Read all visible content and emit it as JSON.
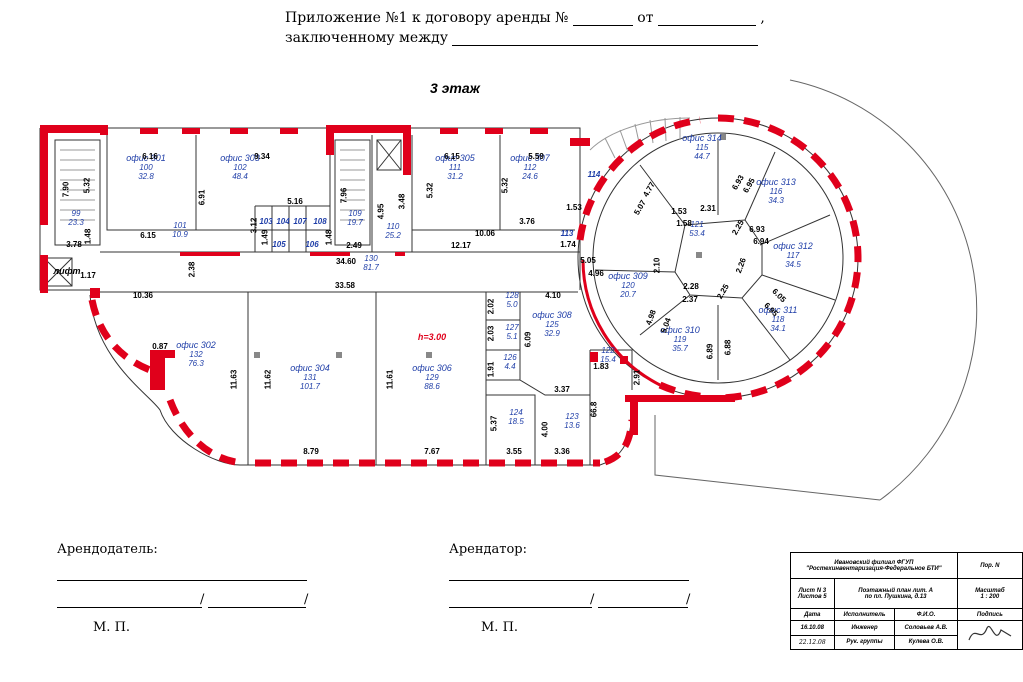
{
  "header": {
    "line1_prefix": "Приложение №1 к договору аренды №",
    "line1_mid": "от",
    "line1_suffix": ",",
    "line2_prefix": "заключенному между"
  },
  "floor_title": "3 этаж",
  "rooms": [
    {
      "id": "r301",
      "name": "офис 301",
      "num": "100",
      "area": "32.8"
    },
    {
      "id": "r303",
      "name": "офис 303",
      "num": "102",
      "area": "48.4"
    },
    {
      "id": "r305",
      "name": "офис 305",
      "num": "111",
      "area": "31.2"
    },
    {
      "id": "r307",
      "name": "офис 307",
      "num": "112",
      "area": "24.6"
    },
    {
      "id": "r314",
      "name": "офис 314",
      "num": "115",
      "area": "44.7"
    },
    {
      "id": "r313",
      "name": "офис 313",
      "num": "116",
      "area": "34.3"
    },
    {
      "id": "r312",
      "name": "офис 312",
      "num": "117",
      "area": "34.5"
    },
    {
      "id": "r311",
      "name": "офис 311",
      "num": "118",
      "area": "34.1"
    },
    {
      "id": "r310",
      "name": "офис 310",
      "num": "119",
      "area": "35.7"
    },
    {
      "id": "r309",
      "name": "офис 309",
      "num": "120",
      "area": "20.7"
    },
    {
      "id": "r121",
      "name": "",
      "num": "121",
      "area": "53.4"
    },
    {
      "id": "r308",
      "name": "офис 308",
      "num": "125",
      "area": "32.9"
    },
    {
      "id": "r306",
      "name": "офис 306",
      "num": "129",
      "area": "88.6"
    },
    {
      "id": "r304",
      "name": "офис 304",
      "num": "131",
      "area": "101.7"
    },
    {
      "id": "r302",
      "name": "офис 302",
      "num": "132",
      "area": "76.3"
    },
    {
      "id": "r99",
      "name": "",
      "num": "99",
      "area": "23.3"
    },
    {
      "id": "r101",
      "name": "",
      "num": "101",
      "area": "10.9"
    },
    {
      "id": "r109",
      "name": "",
      "num": "109",
      "area": "19.7"
    },
    {
      "id": "r110",
      "name": "",
      "num": "110",
      "area": "25.2"
    },
    {
      "id": "r130",
      "name": "",
      "num": "130",
      "area": "81.7"
    },
    {
      "id": "r128",
      "name": "",
      "num": "128",
      "area": "5.0"
    },
    {
      "id": "r127",
      "name": "",
      "num": "127",
      "area": "5.1"
    },
    {
      "id": "r126",
      "name": "",
      "num": "126",
      "area": "4.4"
    },
    {
      "id": "r122",
      "name": "",
      "num": "122",
      "area": "15.4"
    },
    {
      "id": "r124",
      "name": "",
      "num": "124",
      "area": "18.5"
    },
    {
      "id": "r123",
      "name": "",
      "num": "123",
      "area": "13.6"
    }
  ],
  "small_labels": {
    "r103": "103",
    "r104": "104",
    "r107": "107",
    "r108": "108",
    "r105": "105",
    "r106": "106",
    "r113": "113",
    "r114": "114",
    "lift": "лифт",
    "height": "h=3.00"
  },
  "dims": [
    "6.16",
    "9.34",
    "6.15",
    "5.59",
    "5.32",
    "6.91",
    "5.16",
    "7.96",
    "5.32",
    "5.32",
    "4.95",
    "3.48",
    "7.90",
    "3.78",
    "1.48",
    "6.15",
    "3.12",
    "1.49",
    "1.48",
    "2.49",
    "10.06",
    "12.17",
    "3.76",
    "1.74",
    "1.53",
    "1.17",
    "2.38",
    "34.60",
    "10.36",
    "33.58",
    "0.87",
    "11.63",
    "11.62",
    "11.61",
    "8.79",
    "7.67",
    "2.02",
    "2.03",
    "4.10",
    "6.09",
    "1.91",
    "3.37",
    "1.83",
    "2.91",
    "5.37",
    "4.00",
    "66.8",
    "3.55",
    "3.36",
    "4.77",
    "5.07",
    "1.53",
    "1.58",
    "2.31",
    "6.93",
    "6.95",
    "2.25",
    "6.93",
    "6.94",
    "2.26",
    "5.05",
    "4.96",
    "2.10",
    "2.28",
    "2.37",
    "2.25",
    "6.05",
    "6.95",
    "4.98",
    "5.04",
    "6.89",
    "6.88"
  ],
  "signatures": {
    "landlord_label": "Арендодатель:",
    "tenant_label": "Арендатор:",
    "stamp_mark": "М. П.",
    "slash": "/"
  },
  "stamp": {
    "org_line1": "Ивановский филиал ФГУП",
    "org_line2": "\"Ростехинвентаризация-Федеральное БТИ\"",
    "por_n": "Пор. N",
    "sheet": "Лист N 3",
    "sheets": "Листов 5",
    "desc_line1": "Поэтажный план лит. А",
    "desc_line2": "по пл. Пушкина, д.13",
    "scale_label": "Масштаб",
    "scale": "1 : 200",
    "col_date": "Дата",
    "col_exec": "Исполнитель",
    "col_fio": "Ф.И.О.",
    "col_sign": "Подпись",
    "date": "16.10.08",
    "role1": "Инженер",
    "name1": "Соловьев А.В.",
    "role2": "Рук. группы",
    "name2": "Кулева О.В.",
    "handwritten": "22.12.08"
  },
  "colors": {
    "wall": "#e0001b",
    "room_text": "#1f3ea8",
    "dim_text": "#000000",
    "height_text": "#e0001b"
  }
}
